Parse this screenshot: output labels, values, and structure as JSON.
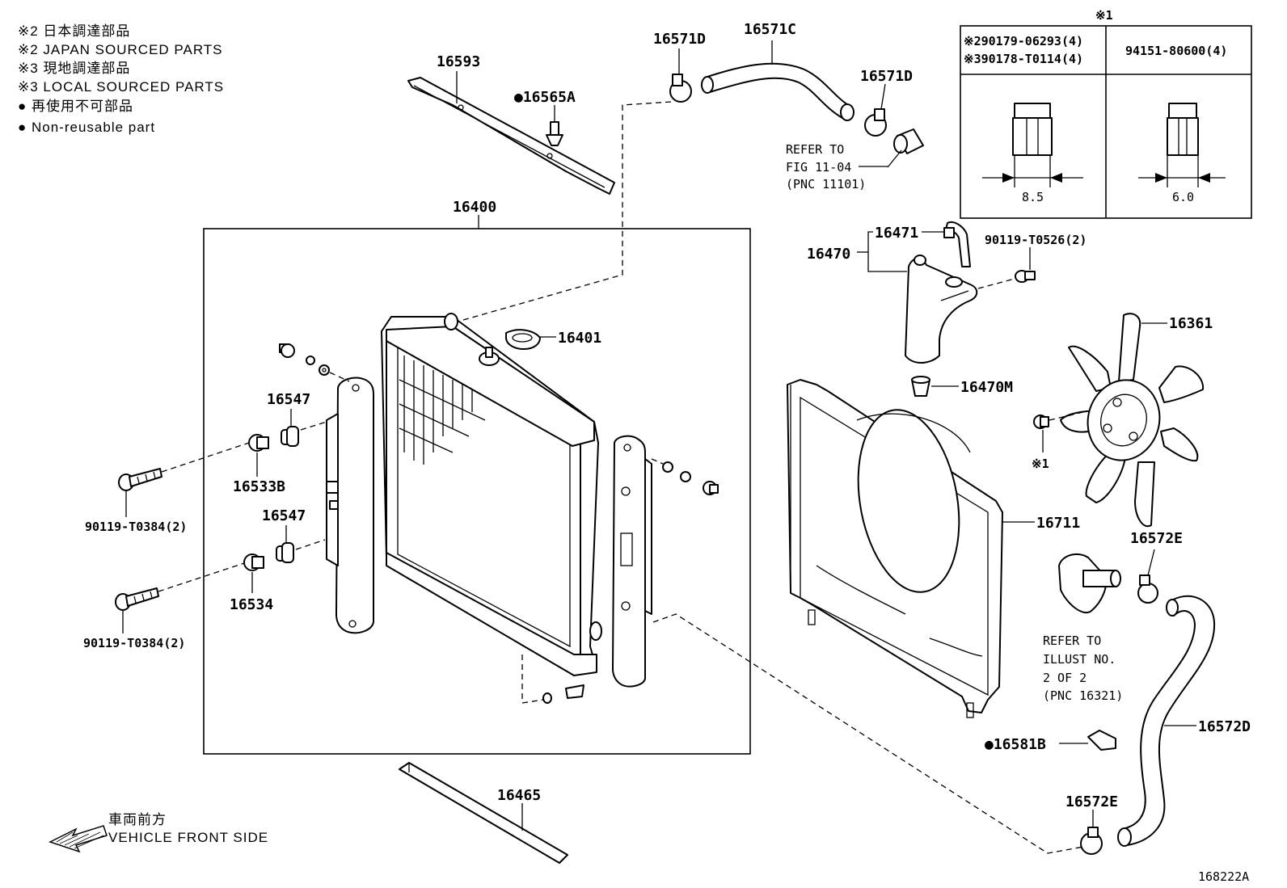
{
  "legend": {
    "line1": "※2 日本調達部品",
    "line2": "※2 JAPAN SOURCED PARTS",
    "line3": "※3 現地調達部品",
    "line4": "※3 LOCAL SOURCED PARTS",
    "line5": "● 再使用不可部品",
    "line6": "● Non-reusable part"
  },
  "parts": {
    "p16593": "16593",
    "p16565A": "●16565A",
    "p16571D_left": "16571D",
    "p16571C": "16571C",
    "p16571D_right": "16571D",
    "p16400": "16400",
    "p16401": "16401",
    "p16547_top": "16547",
    "p16533B": "16533B",
    "p90119_T0384_top": "90119-T0384(2)",
    "p16547_bottom": "16547",
    "p16534": "16534",
    "p90119_T0384_bottom": "90119-T0384(2)",
    "p16465": "16465",
    "p16470": "16470",
    "p16471": "16471",
    "p90119_T0526": "90119-T0526(2)",
    "p16470M": "16470M",
    "p16361": "16361",
    "p16711": "16711",
    "p16572E_top": "16572E",
    "p16572D": "16572D",
    "p16581B": "●16581B",
    "p16572E_bottom": "16572E",
    "note_ref1": "※1"
  },
  "refs": {
    "fig_line1": "REFER TO",
    "fig_line2": "FIG 11-04",
    "fig_line3": "(PNC 11101)",
    "illust_line1": "REFER TO",
    "illust_line2": "ILLUST NO.",
    "illust_line3": "2 OF 2",
    "illust_line4": "(PNC 16321)"
  },
  "table": {
    "mark": "※1",
    "row1_left_a": "※290179-06293(4)",
    "row1_left_b": "※390178-T0114(4)",
    "row1_right": "94151-80600(4)",
    "dim_left": "8.5",
    "dim_right": "6.0"
  },
  "front": {
    "jp": "車両前方",
    "en": "VEHICLE FRONT SIDE"
  },
  "diagram_id": "168222A"
}
